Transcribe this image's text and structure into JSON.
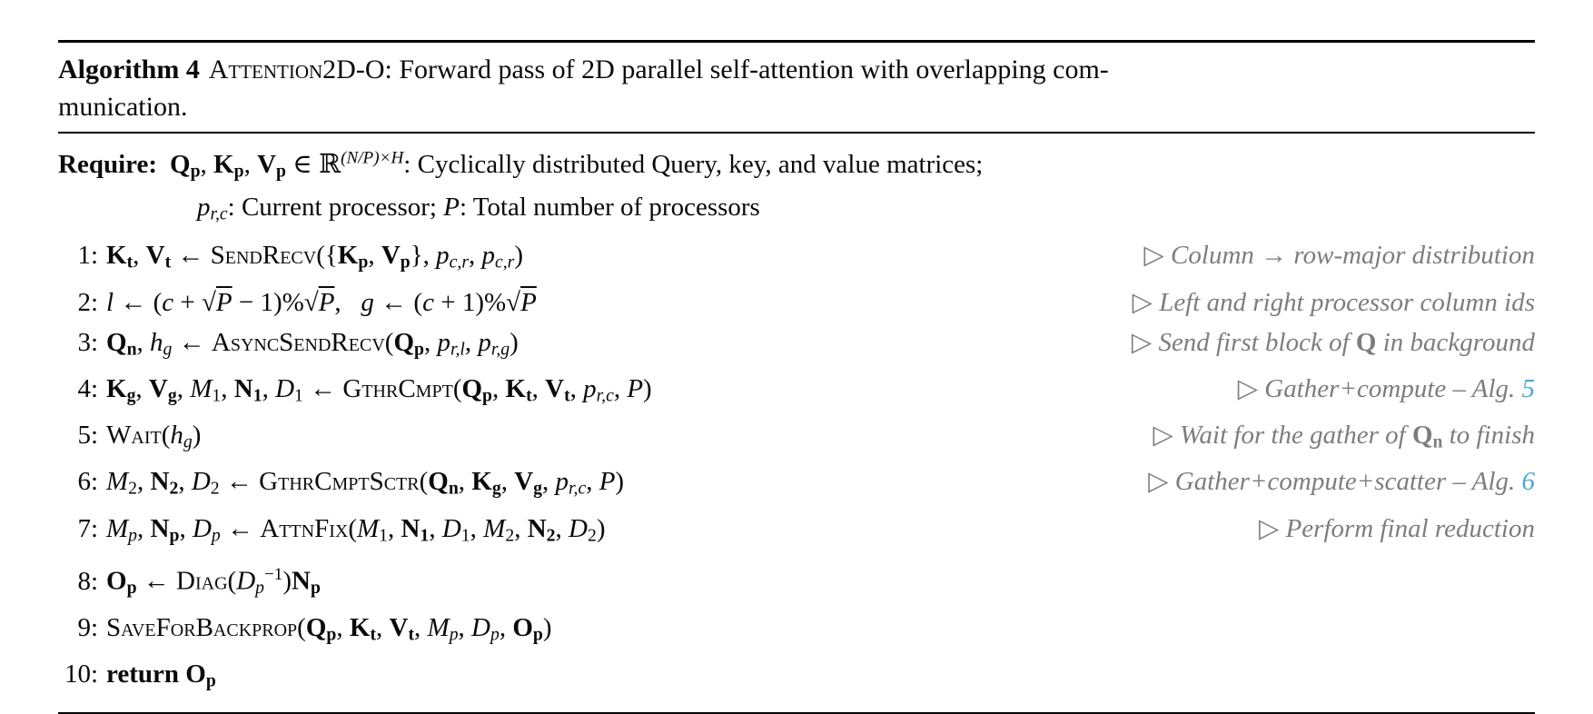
{
  "colors": {
    "text": "#0a0a0a",
    "comment_gray": "#7d7d7d",
    "reference_link_blue": "#49a8dc",
    "rule_black": "#000000",
    "background": "#ffffff"
  },
  "header": {
    "label": "Algorithm 4",
    "name": "Attention2D-O",
    "title_part1": ": Forward pass of 2D parallel self-attention with overlapping com-",
    "title_part2": "munication."
  },
  "require": {
    "label": "Require:",
    "line1": [
      [
        "b",
        "Q"
      ],
      [
        "b sub",
        "p"
      ],
      [
        "",
        ", "
      ],
      [
        "b",
        "K"
      ],
      [
        "b sub",
        "p"
      ],
      [
        "",
        ", "
      ],
      [
        "b",
        "V"
      ],
      [
        "b sub",
        "p"
      ],
      [
        "",
        " ∈ ℝ"
      ],
      [
        "sup i",
        "(N/P)×H"
      ],
      [
        "",
        ": Cyclically distributed Query, key, and value matrices;"
      ]
    ],
    "line2": [
      [
        "i",
        "p"
      ],
      [
        "sub i",
        "r,c"
      ],
      [
        "",
        ": Current processor; "
      ],
      [
        "i",
        "P"
      ],
      [
        "",
        ": Total number of processors"
      ]
    ]
  },
  "lines": [
    {
      "num": "1:",
      "code": [
        [
          "b",
          "K"
        ],
        [
          "b sub",
          "t"
        ],
        [
          "",
          ", "
        ],
        [
          "b",
          "V"
        ],
        [
          "b sub",
          "t"
        ],
        [
          "",
          " ← "
        ],
        [
          "sc",
          "SendRecv"
        ],
        [
          "",
          "({"
        ],
        [
          "b",
          "K"
        ],
        [
          "b sub",
          "p"
        ],
        [
          "",
          ", "
        ],
        [
          "b",
          "V"
        ],
        [
          "b sub",
          "p"
        ],
        [
          "",
          "}, "
        ],
        [
          "i",
          "p"
        ],
        [
          "sub i",
          "c,r"
        ],
        [
          "",
          ", "
        ],
        [
          "i",
          "p"
        ],
        [
          "sub i",
          "c,r"
        ],
        [
          "",
          ")"
        ]
      ],
      "comment": [
        [
          "up",
          "▷ "
        ],
        [
          "",
          "Column → row-major distribution"
        ]
      ]
    },
    {
      "num": "2:",
      "code": [
        [
          "i",
          "l"
        ],
        [
          "",
          " ← ("
        ],
        [
          "i",
          "c"
        ],
        [
          "",
          " + "
        ],
        [
          "",
          "√"
        ],
        [
          "i ol",
          "P"
        ],
        [
          "",
          " − 1)%"
        ],
        [
          "",
          "√"
        ],
        [
          "i ol",
          "P"
        ],
        [
          "",
          ", "
        ],
        [
          "up",
          " "
        ],
        [
          "i",
          "g"
        ],
        [
          "",
          " ← ("
        ],
        [
          "i",
          "c"
        ],
        [
          "",
          " + 1)%"
        ],
        [
          "",
          "√"
        ],
        [
          "i ol",
          "P"
        ]
      ],
      "comment": [
        [
          "up",
          "▷ "
        ],
        [
          "",
          "Left and right processor column ids"
        ]
      ]
    },
    {
      "num": "3:",
      "code": [
        [
          "b",
          "Q"
        ],
        [
          "b sub",
          "n"
        ],
        [
          "",
          ", "
        ],
        [
          "i",
          "h"
        ],
        [
          "sub i",
          "g"
        ],
        [
          "",
          " ← "
        ],
        [
          "sc",
          "AsyncSendRecv"
        ],
        [
          "",
          "("
        ],
        [
          "b",
          "Q"
        ],
        [
          "b sub",
          "p"
        ],
        [
          "",
          ", "
        ],
        [
          "i",
          "p"
        ],
        [
          "sub i",
          "r,l"
        ],
        [
          "",
          ", "
        ],
        [
          "i",
          "p"
        ],
        [
          "sub i",
          "r,g"
        ],
        [
          "",
          ")"
        ]
      ],
      "comment": [
        [
          "up",
          "▷ "
        ],
        [
          "",
          "Send first block of "
        ],
        [
          "b up",
          "Q"
        ],
        [
          "",
          " in background"
        ]
      ]
    },
    {
      "num": "4:",
      "code": [
        [
          "b",
          "K"
        ],
        [
          "b sub",
          "g"
        ],
        [
          "",
          ", "
        ],
        [
          "b",
          "V"
        ],
        [
          "b sub",
          "g"
        ],
        [
          "",
          ", "
        ],
        [
          "i",
          "M"
        ],
        [
          "sub",
          "1"
        ],
        [
          "",
          ", "
        ],
        [
          "b",
          "N"
        ],
        [
          "b sub",
          "1"
        ],
        [
          "",
          ", "
        ],
        [
          "i",
          "D"
        ],
        [
          "sub",
          "1"
        ],
        [
          "",
          " ← "
        ],
        [
          "sc",
          "GthrCmpt"
        ],
        [
          "",
          "("
        ],
        [
          "b",
          "Q"
        ],
        [
          "b sub",
          "p"
        ],
        [
          "",
          ", "
        ],
        [
          "b",
          "K"
        ],
        [
          "b sub",
          "t"
        ],
        [
          "",
          ", "
        ],
        [
          "b",
          "V"
        ],
        [
          "b sub",
          "t"
        ],
        [
          "",
          ", "
        ],
        [
          "i",
          "p"
        ],
        [
          "sub i",
          "r,c"
        ],
        [
          "",
          ", "
        ],
        [
          "i",
          "P"
        ],
        [
          "",
          ")"
        ]
      ],
      "comment": [
        [
          "up",
          "▷ "
        ],
        [
          "",
          "Gather+compute – Alg. "
        ],
        [
          "link",
          "5"
        ]
      ]
    },
    {
      "num": "5:",
      "code": [
        [
          "sc",
          "Wait"
        ],
        [
          "",
          "("
        ],
        [
          "i",
          "h"
        ],
        [
          "sub i",
          "g"
        ],
        [
          "",
          ")"
        ]
      ],
      "comment": [
        [
          "up",
          "▷ "
        ],
        [
          "",
          "Wait for the gather of "
        ],
        [
          "b up",
          "Q"
        ],
        [
          "b up sub",
          "n"
        ],
        [
          "",
          " to finish"
        ]
      ]
    },
    {
      "num": "6:",
      "code": [
        [
          "i",
          "M"
        ],
        [
          "sub",
          "2"
        ],
        [
          "",
          ", "
        ],
        [
          "b",
          "N"
        ],
        [
          "b sub",
          "2"
        ],
        [
          "",
          ", "
        ],
        [
          "i",
          "D"
        ],
        [
          "sub",
          "2"
        ],
        [
          "",
          " ← "
        ],
        [
          "sc",
          "GthrCmptSctr"
        ],
        [
          "",
          "("
        ],
        [
          "b",
          "Q"
        ],
        [
          "b sub",
          "n"
        ],
        [
          "",
          ", "
        ],
        [
          "b",
          "K"
        ],
        [
          "b sub",
          "g"
        ],
        [
          "",
          ", "
        ],
        [
          "b",
          "V"
        ],
        [
          "b sub",
          "g"
        ],
        [
          "",
          ", "
        ],
        [
          "i",
          "p"
        ],
        [
          "sub i",
          "r,c"
        ],
        [
          "",
          ", "
        ],
        [
          "i",
          "P"
        ],
        [
          "",
          ")"
        ]
      ],
      "comment": [
        [
          "up",
          "▷ "
        ],
        [
          "",
          "Gather+compute+scatter – Alg. "
        ],
        [
          "link",
          "6"
        ]
      ]
    },
    {
      "num": "7:",
      "code": [
        [
          "i",
          "M"
        ],
        [
          "sub i",
          "p"
        ],
        [
          "",
          ", "
        ],
        [
          "b",
          "N"
        ],
        [
          "b sub",
          "p"
        ],
        [
          "",
          ", "
        ],
        [
          "i",
          "D"
        ],
        [
          "sub i",
          "p"
        ],
        [
          "",
          " ← "
        ],
        [
          "sc",
          "AttnFix"
        ],
        [
          "",
          "("
        ],
        [
          "i",
          "M"
        ],
        [
          "sub",
          "1"
        ],
        [
          "",
          ", "
        ],
        [
          "b",
          "N"
        ],
        [
          "b sub",
          "1"
        ],
        [
          "",
          ", "
        ],
        [
          "i",
          "D"
        ],
        [
          "sub",
          "1"
        ],
        [
          "",
          ", "
        ],
        [
          "i",
          "M"
        ],
        [
          "sub",
          "2"
        ],
        [
          "",
          ", "
        ],
        [
          "b",
          "N"
        ],
        [
          "b sub",
          "2"
        ],
        [
          "",
          ", "
        ],
        [
          "i",
          "D"
        ],
        [
          "sub",
          "2"
        ],
        [
          "",
          ")"
        ]
      ],
      "comment": [
        [
          "up",
          "▷ "
        ],
        [
          "",
          "Perform final reduction"
        ]
      ]
    },
    {
      "num": "8:",
      "code": [
        [
          "b",
          "O"
        ],
        [
          "b sub",
          "p"
        ],
        [
          "",
          " ← "
        ],
        [
          "sc",
          "Diag"
        ],
        [
          "",
          "("
        ],
        [
          "i",
          "D"
        ],
        [
          "sub i",
          "p"
        ],
        [
          "sup",
          "−1"
        ],
        [
          "",
          ")"
        ],
        [
          "b",
          "N"
        ],
        [
          "b sub",
          "p"
        ]
      ],
      "comment": []
    },
    {
      "num": "9:",
      "code": [
        [
          "sc",
          "SaveForBackprop"
        ],
        [
          "",
          "("
        ],
        [
          "b",
          "Q"
        ],
        [
          "b sub",
          "p"
        ],
        [
          "",
          ", "
        ],
        [
          "b",
          "K"
        ],
        [
          "b sub",
          "t"
        ],
        [
          "",
          ", "
        ],
        [
          "b",
          "V"
        ],
        [
          "b sub",
          "t"
        ],
        [
          "",
          ", "
        ],
        [
          "i",
          "M"
        ],
        [
          "sub i",
          "p"
        ],
        [
          "",
          ", "
        ],
        [
          "i",
          "D"
        ],
        [
          "sub i",
          "p"
        ],
        [
          "",
          ", "
        ],
        [
          "b",
          "O"
        ],
        [
          "b sub",
          "p"
        ],
        [
          "",
          ")"
        ]
      ],
      "comment": []
    },
    {
      "num": "10:",
      "code": [
        [
          "b",
          "return "
        ],
        [
          "b",
          "O"
        ],
        [
          "b sub",
          "p"
        ]
      ],
      "comment": []
    }
  ]
}
